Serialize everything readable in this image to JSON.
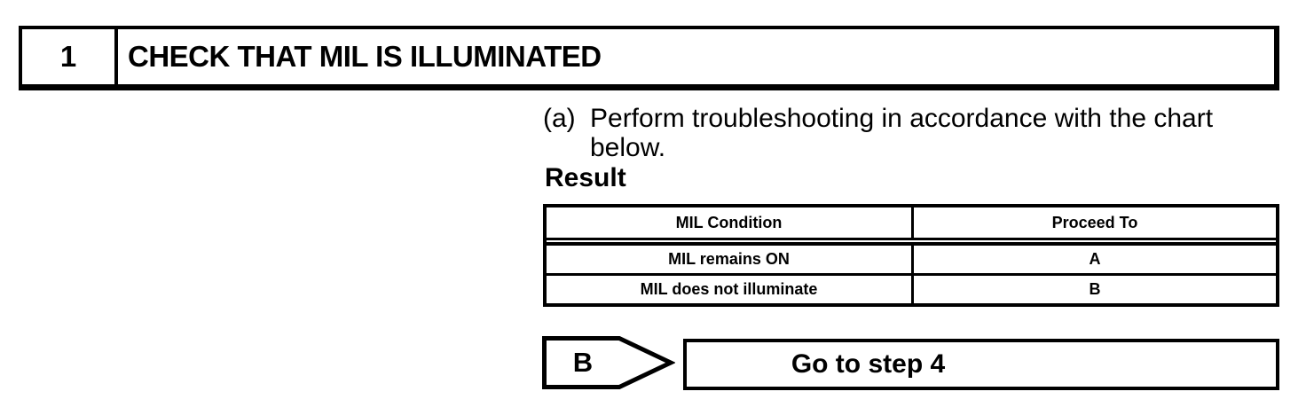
{
  "step_header": {
    "number": "1",
    "title": "CHECK THAT MIL IS ILLUMINATED"
  },
  "instruction": {
    "marker": "(a)",
    "text": "Perform troubleshooting in accordance with the chart below."
  },
  "result": {
    "heading": "Result",
    "table": {
      "headers": [
        "MIL Condition",
        "Proceed To"
      ],
      "rows": [
        {
          "condition": "MIL remains ON",
          "proceed_to": "A"
        },
        {
          "condition": "MIL does not illuminate",
          "proceed_to": "B"
        }
      ]
    }
  },
  "branch": {
    "label": "B",
    "action": "Go to step 4"
  },
  "colors": {
    "ink": "#000000",
    "paper": "#ffffff"
  }
}
